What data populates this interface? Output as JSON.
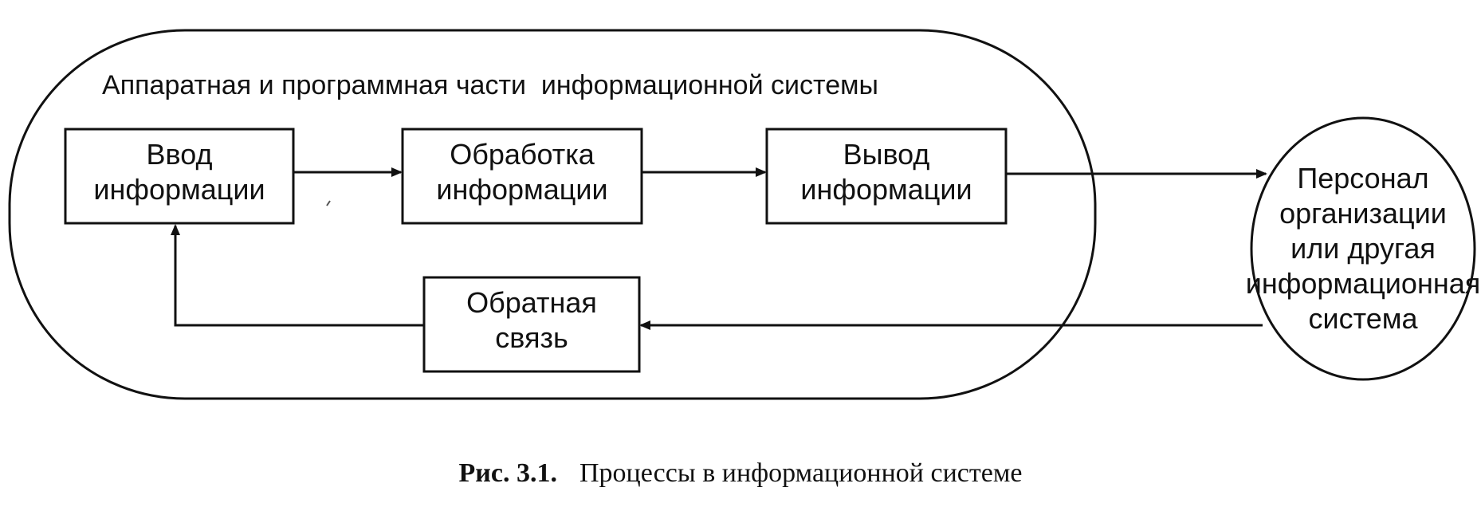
{
  "container": {
    "title": "Аппаратная и программная части  информационной системы"
  },
  "nodes": {
    "input": {
      "line1": "Ввод",
      "line2": "информации"
    },
    "processing": {
      "line1": "Обработка",
      "line2": "информации"
    },
    "output": {
      "line1": "Вывод",
      "line2": "информации"
    },
    "feedback": {
      "line1": "Обратная",
      "line2": "связь"
    },
    "personnel": {
      "line1": "Персонал",
      "line2": "организации",
      "line3": "или другая",
      "line4": "информационная",
      "line5": "система"
    }
  },
  "caption": {
    "number": "Рис. 3.1.",
    "text": "Процессы в информационной системе"
  },
  "colors": {
    "stroke": "#111111",
    "background": "#ffffff"
  }
}
